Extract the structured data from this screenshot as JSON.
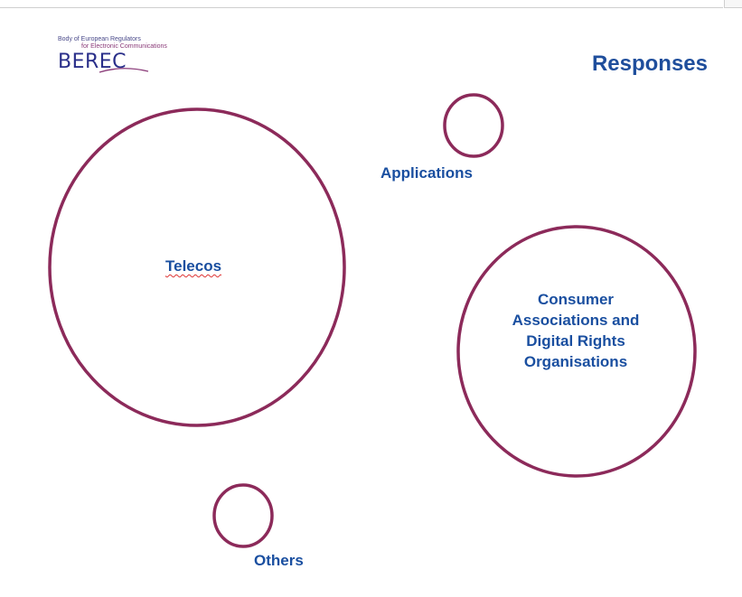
{
  "logo": {
    "line1": "Body of European Regulators",
    "line2": "for Electronic Communications",
    "mark": "BEREC"
  },
  "title": "Responses",
  "circles": {
    "telecos": "Telecos",
    "applications": "Applications",
    "consumer": "Consumer Associations and Digital Rights Organisations",
    "others": "Others"
  },
  "colors": {
    "circle_stroke": "#8c2a5a",
    "label": "#1a4fa0",
    "title": "#1f4e9c"
  }
}
